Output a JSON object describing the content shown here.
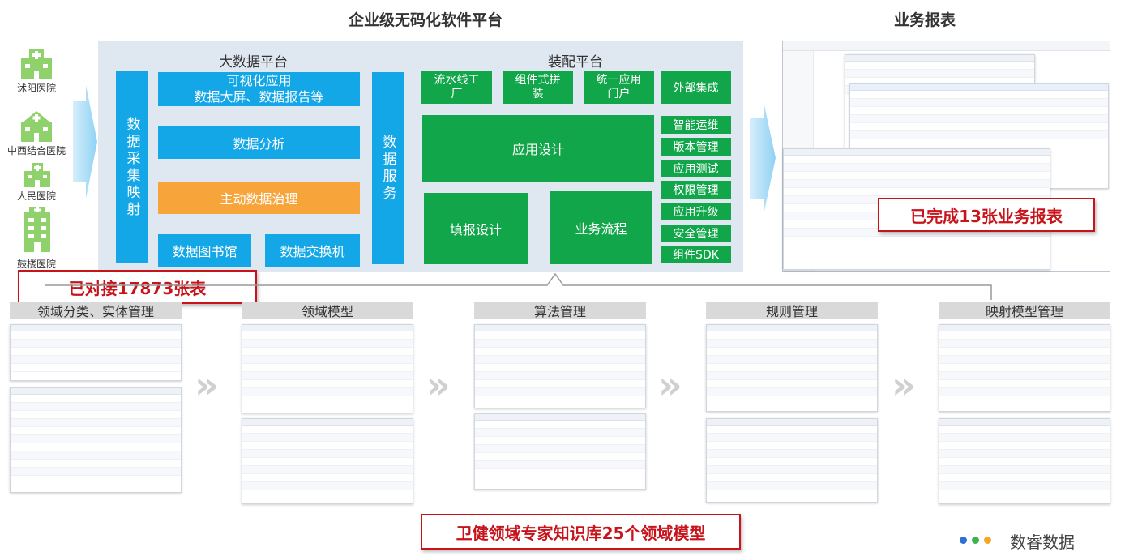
{
  "titles": {
    "platform": "企业级无码化软件平台",
    "reports": "业务报表"
  },
  "hospitals": [
    "沭阳医院",
    "中西结合医院",
    "人民医院",
    "鼓楼医院"
  ],
  "bigdata": {
    "label": "大数据平台",
    "collect": "数据采集映射",
    "visual_line1": "可视化应用",
    "visual_line2": "数据大屏、数据报告等",
    "analysis": "数据分析",
    "governance": "主动数据治理",
    "library": "数据图书馆",
    "exchange": "数据交换机",
    "service": "数据服务"
  },
  "assembly": {
    "label": "装配平台",
    "top": [
      "流水线工厂",
      "组件式拼装",
      "统一应用门户",
      "外部集成"
    ],
    "app_design": "应用设计",
    "form_design": "填报设计",
    "workflow": "业务流程",
    "right": [
      "智能运维",
      "版本管理",
      "应用测试",
      "权限管理",
      "应用升级",
      "安全管理",
      "组件SDK"
    ]
  },
  "callouts": {
    "tables": "已对接17873张表",
    "reports": "已完成13张业务报表",
    "models": "卫健领域专家知识库25个领域模型"
  },
  "modules": [
    "领域分类、实体管理",
    "领域模型",
    "算法管理",
    "规则管理",
    "映射模型管理"
  ],
  "brand": {
    "name": "数睿数据",
    "dot_colors": [
      "#2f6fd6",
      "#3cb44b",
      "#f5a623"
    ]
  },
  "icons": {
    "hospital": "hospital-building-icon",
    "arrow": "right-arrow-icon",
    "chevron": "double-chevron-icon"
  }
}
